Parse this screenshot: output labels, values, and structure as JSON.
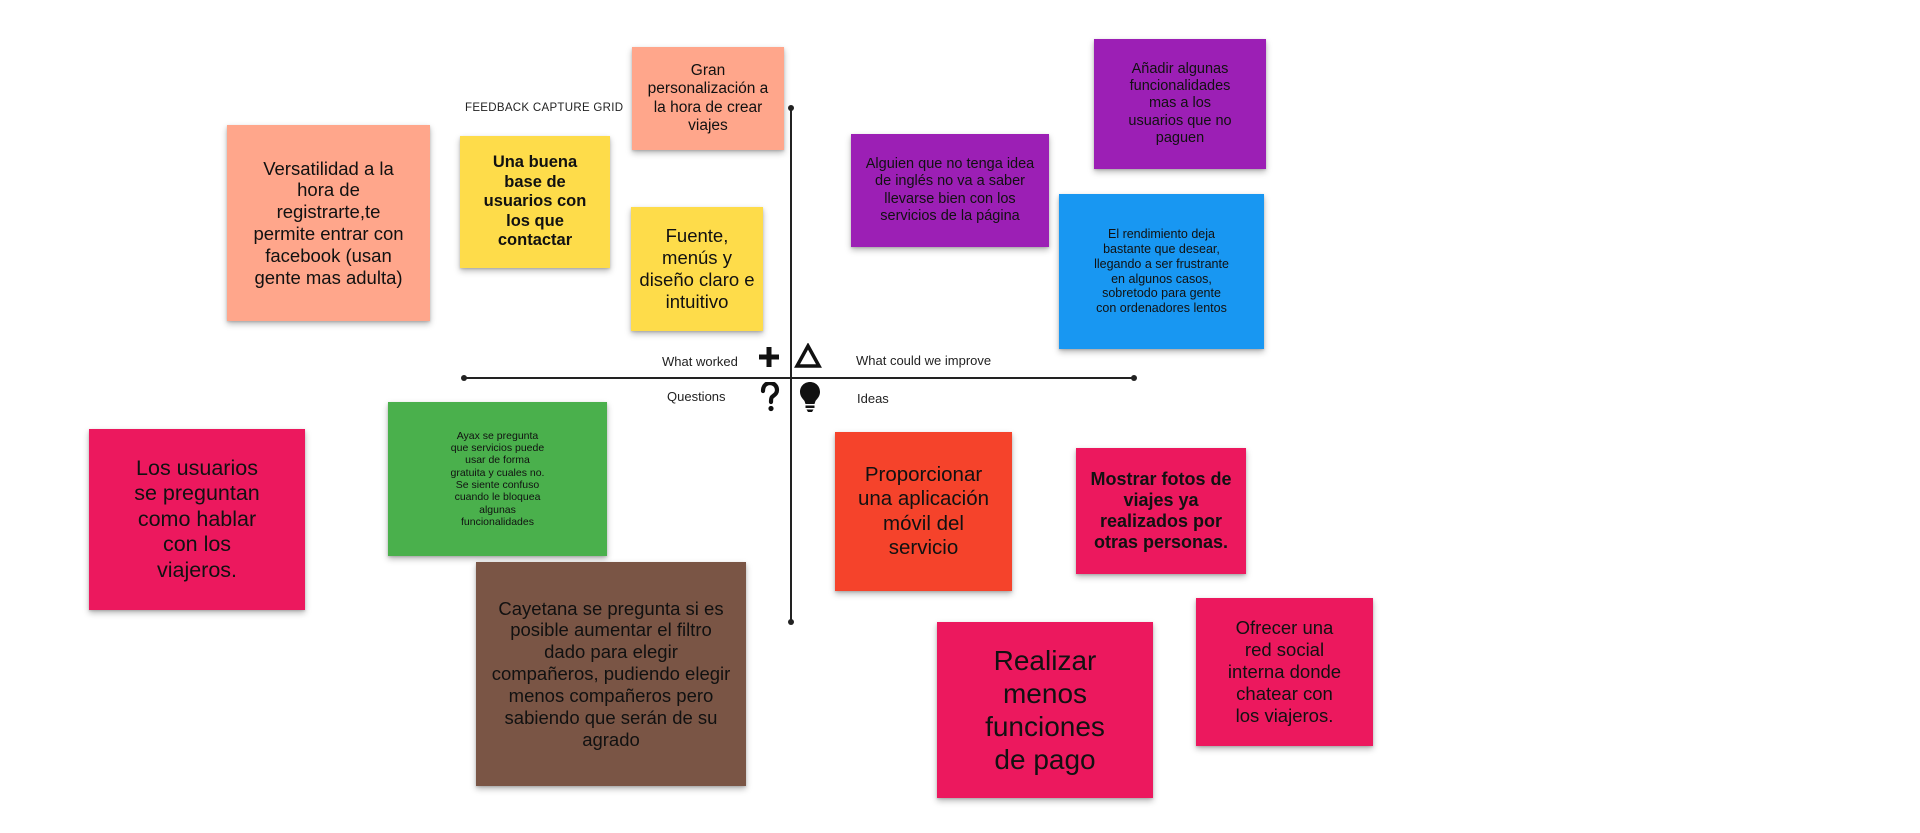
{
  "grid": {
    "title": "FEEDBACK CAPTURE GRID",
    "quadrants": {
      "worked": "What worked",
      "improve": "What could we improve",
      "questions": "Questions",
      "ideas": "Ideas"
    }
  },
  "notes": {
    "n1": "Gran personalización a la hora de crear viajes",
    "n2": "Versatilidad a la hora de registrarte,te permite entrar con facebook (usan gente mas adulta)",
    "n3": "Una buena base de usuarios con los que contactar",
    "n4": "Fuente, menús y diseño claro e intuitivo",
    "n5": "Alguien que no tenga idea de inglés no va a saber llevarse bien con los servicios de la página",
    "n6": "Añadir algunas funcionalidades mas a los usuarios que no paguen",
    "n7": "El rendimiento deja bastante que desear, llegando a ser frustrante en algunos casos, sobretodo para gente con ordenadores lentos",
    "n8": "Los usuarios se preguntan como hablar con los viajeros.",
    "n9": "Ayax se pregunta que servicios puede usar de forma gratuita y cuales no. Se siente confuso cuando le bloquea algunas funcionalidades",
    "n10": "Cayetana se pregunta si es posible aumentar el filtro dado para elegir compañeros, pudiendo elegir menos compañeros pero sabiendo que serán de su agrado",
    "n11": "Proporcionar una aplicación móvil del servicio",
    "n12": "Mostrar fotos de viajes ya realizados por otras personas.",
    "n13": "Realizar menos funciones de pago",
    "n14": "Ofrecer una red social interna donde chatear con los viajeros."
  },
  "colors": {
    "salmon": "#FFA68B",
    "yellow": "#FEDC4A",
    "purple": "#9C1FB5",
    "blue": "#1897F2",
    "pink": "#EC185E",
    "green": "#4AB04C",
    "brown": "#7A5545",
    "orange_red": "#F5432B"
  },
  "icons": {
    "worked": "plus-icon",
    "improve": "delta-icon",
    "questions": "question-mark-icon",
    "ideas": "lightbulb-icon"
  }
}
